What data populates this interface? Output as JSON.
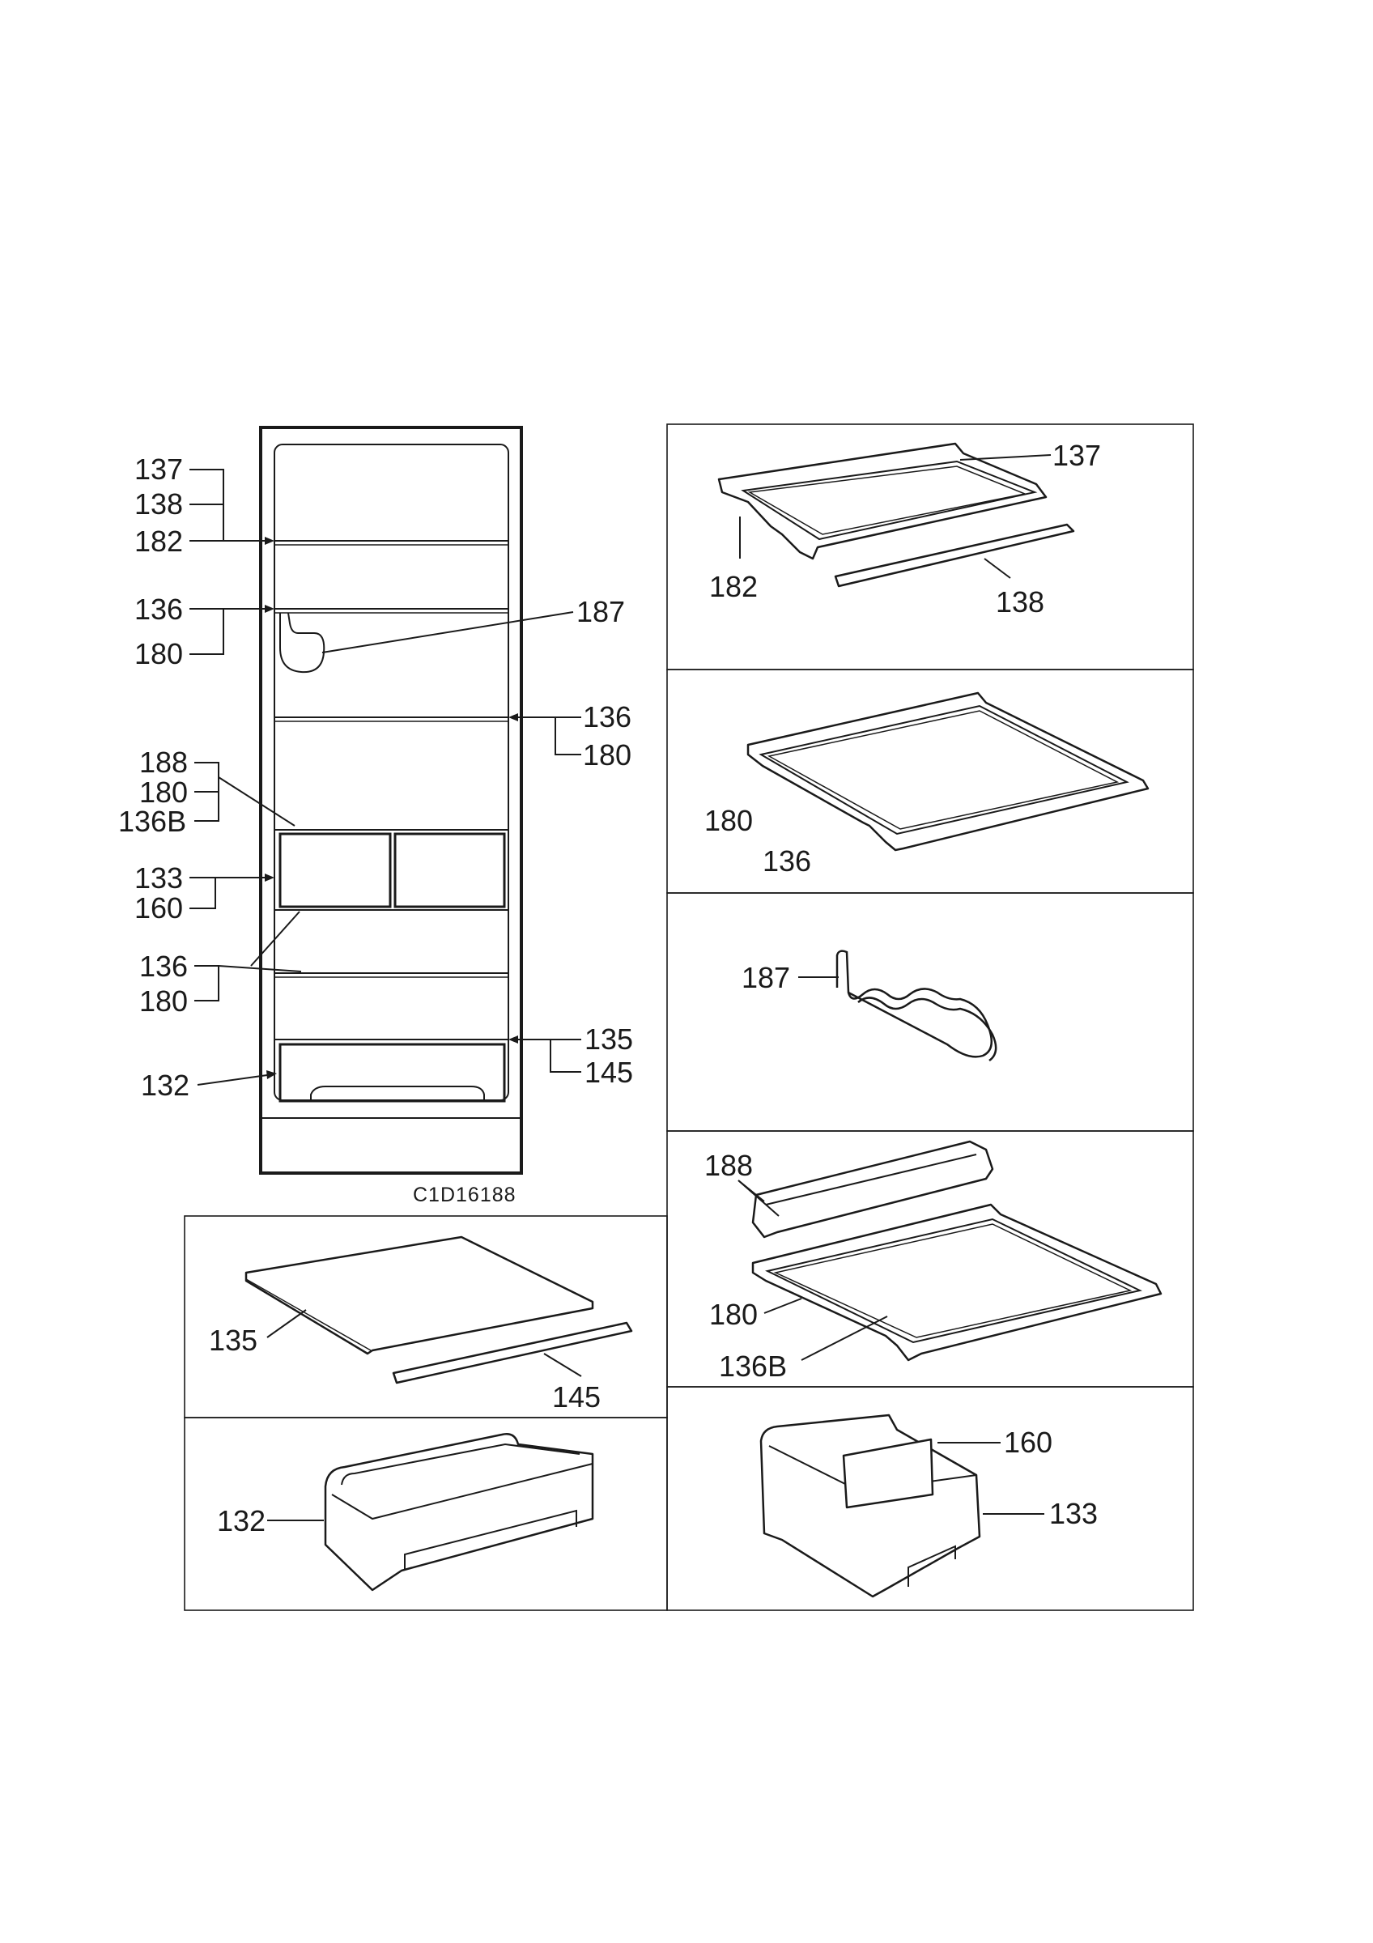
{
  "figure_code": "C1D16188",
  "overview_labels": {
    "top_shelf": [
      "137",
      "138",
      "182"
    ],
    "upper_shelf": [
      "136",
      "180"
    ],
    "bottle_rack": "187",
    "middle_shelf": [
      "136",
      "180"
    ],
    "crisper_cover": [
      "188",
      "180",
      "136B"
    ],
    "drawers": [
      "133",
      "160"
    ],
    "lower_shelf": [
      "136",
      "180"
    ],
    "bottom_shelf": [
      "135",
      "145"
    ],
    "bottom_drawer": "132"
  },
  "panels": {
    "p1": {
      "a": "137",
      "b": "182",
      "c": "138"
    },
    "p2": {
      "a": "180",
      "b": "136"
    },
    "p3": {
      "a": "187"
    },
    "p4": {
      "a": "188",
      "b": "180",
      "c": "136B"
    },
    "p5": {
      "a": "135",
      "b": "145"
    },
    "p6": {
      "a": "132"
    },
    "p7": {
      "a": "160",
      "b": "133"
    }
  }
}
